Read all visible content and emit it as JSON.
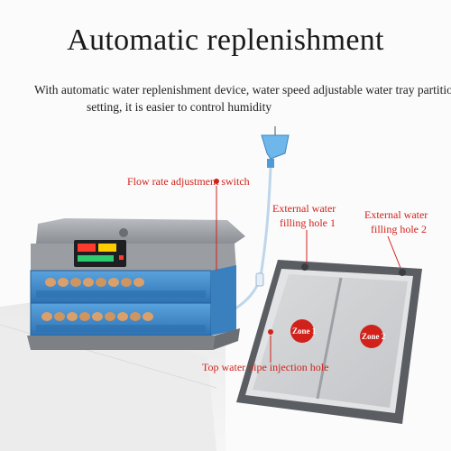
{
  "header": {
    "title": "Automatic replenishment",
    "subtitle_line1": "With automatic water replenishment device, water speed adjustable water tray partition",
    "subtitle_line2": "setting, it is easier to control humidity"
  },
  "callouts": {
    "flow_switch": "Flow rate adjustment switch",
    "hole1_line1": "External water",
    "hole1_line2": "filling hole 1",
    "hole2_line1": "External water",
    "hole2_line2": "filling hole 2",
    "top_pipe": "Top water pipe injection hole"
  },
  "tray": {
    "zone1": "Zone 1",
    "zone2": "Zone 2"
  },
  "colors": {
    "accent_red": "#d0221b",
    "incubator_blue": "#3a86c8",
    "incubator_gray": "#8a8e94"
  }
}
